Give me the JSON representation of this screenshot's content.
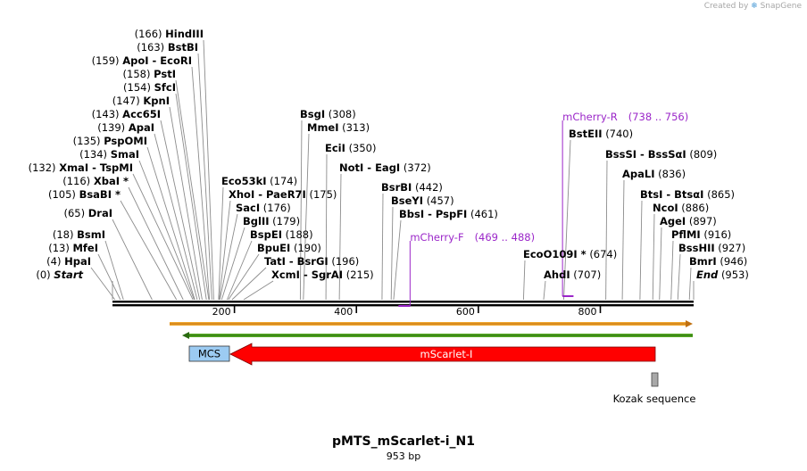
{
  "branding": {
    "created_by": "Created by",
    "logo_icon": "snapgene-logo-icon",
    "product": "SnapGene"
  },
  "map": {
    "title": "pMTS_mScarlet-i_N1",
    "length_label": "953 bp",
    "length": 953,
    "ruler_ticks": [
      "200",
      "400",
      "600",
      "800"
    ],
    "sites": [
      {
        "pos": "(166)",
        "name": "HindIII",
        "bp": 166
      },
      {
        "pos": "(163)",
        "name": "BstBI",
        "bp": 163
      },
      {
        "pos": "(159)",
        "name": "ApoI  - EcoRI",
        "bp": 159
      },
      {
        "pos": "(158)",
        "name": "PstI",
        "bp": 158
      },
      {
        "pos": "(154)",
        "name": "SfcI",
        "bp": 154
      },
      {
        "pos": "(147)",
        "name": "KpnI",
        "bp": 147
      },
      {
        "pos": "(143)",
        "name": "Acc65I",
        "bp": 143
      },
      {
        "pos": "(139)",
        "name": "ApaI",
        "bp": 139
      },
      {
        "pos": "(135)",
        "name": "PspOMI",
        "bp": 135
      },
      {
        "pos": "(134)",
        "name": "SmaI",
        "bp": 134
      },
      {
        "pos": "(132)",
        "name": "XmaI  - TspMI",
        "bp": 132
      },
      {
        "pos": "(116)",
        "name": "XbaI *",
        "bp": 116
      },
      {
        "pos": "(105)",
        "name": "BsaBI *",
        "bp": 105
      },
      {
        "pos": "(65)",
        "name": "DraI",
        "bp": 65
      },
      {
        "pos": "(18)",
        "name": "BsmI",
        "bp": 18
      },
      {
        "pos": "(13)",
        "name": "MfeI",
        "bp": 13
      },
      {
        "pos": "(4)",
        "name": "HpaI",
        "bp": 4
      },
      {
        "pos": "(0)",
        "name": "Start",
        "bp": 0
      },
      {
        "pos": "(174)",
        "name": "Eco53kI",
        "bp": 174
      },
      {
        "pos": "(175)",
        "name": "XhoI  - PaeR7I",
        "bp": 175
      },
      {
        "pos": "(176)",
        "name": "SacI",
        "bp": 176
      },
      {
        "pos": "(179)",
        "name": "BglII",
        "bp": 179
      },
      {
        "pos": "(188)",
        "name": "BspEI",
        "bp": 188
      },
      {
        "pos": "(190)",
        "name": "BpuEI",
        "bp": 190
      },
      {
        "pos": "(196)",
        "name": "TatI  - BsrGI",
        "bp": 196
      },
      {
        "pos": "(215)",
        "name": "XcmI  - SgrAI",
        "bp": 215
      },
      {
        "pos": "(308)",
        "name": "BsgI",
        "bp": 308
      },
      {
        "pos": "(313)",
        "name": "MmeI",
        "bp": 313
      },
      {
        "pos": "(350)",
        "name": "EciI",
        "bp": 350
      },
      {
        "pos": "(372)",
        "name": "NotI  - EagI",
        "bp": 372
      },
      {
        "pos": "(442)",
        "name": "BsrBI",
        "bp": 442
      },
      {
        "pos": "(457)",
        "name": "BseYI",
        "bp": 457
      },
      {
        "pos": "(461)",
        "name": "BbsI  - PspFI",
        "bp": 461
      },
      {
        "pos": "(674)",
        "name": "EcoO109I *",
        "bp": 674
      },
      {
        "pos": "(707)",
        "name": "AhdI",
        "bp": 707
      },
      {
        "pos": "(740)",
        "name": "BstEII",
        "bp": 740
      },
      {
        "pos": "(809)",
        "name": "BssSI  - BssSαI",
        "bp": 809
      },
      {
        "pos": "(836)",
        "name": "ApaLI",
        "bp": 836
      },
      {
        "pos": "(865)",
        "name": "BtsI  - BtsαI",
        "bp": 865
      },
      {
        "pos": "(886)",
        "name": "NcoI",
        "bp": 886
      },
      {
        "pos": "(897)",
        "name": "AgeI",
        "bp": 897
      },
      {
        "pos": "(916)",
        "name": "PflMI",
        "bp": 916
      },
      {
        "pos": "(927)",
        "name": "BssHII",
        "bp": 927
      },
      {
        "pos": "(946)",
        "name": "BmrI",
        "bp": 946
      },
      {
        "pos": "(953)",
        "name": "End",
        "bp": 953
      }
    ],
    "primers": [
      {
        "name": "mCherry-F",
        "range": "(469 .. 488)",
        "start": 469,
        "end": 488,
        "direction": "forward"
      },
      {
        "name": "mCherry-R",
        "range": "(738 .. 756)",
        "start": 738,
        "end": 756,
        "direction": "reverse"
      }
    ],
    "features": [
      {
        "name": "MCS",
        "start": 126,
        "end": 194,
        "color": "#9ccbf2",
        "type": "box"
      },
      {
        "name": "mScarlet-I",
        "start": 194,
        "end": 913,
        "color": "#ff0000",
        "type": "arrow-left"
      },
      {
        "name": "Kozak sequence",
        "start": 913,
        "end": 922,
        "color": "#a8a8a8",
        "type": "box"
      }
    ],
    "colors": {
      "backbone": "#000000",
      "primer": "#9b27c9",
      "orange_track": "#f0a830",
      "green_track": "#55aa22",
      "label_line": "#8c8c8c"
    }
  }
}
